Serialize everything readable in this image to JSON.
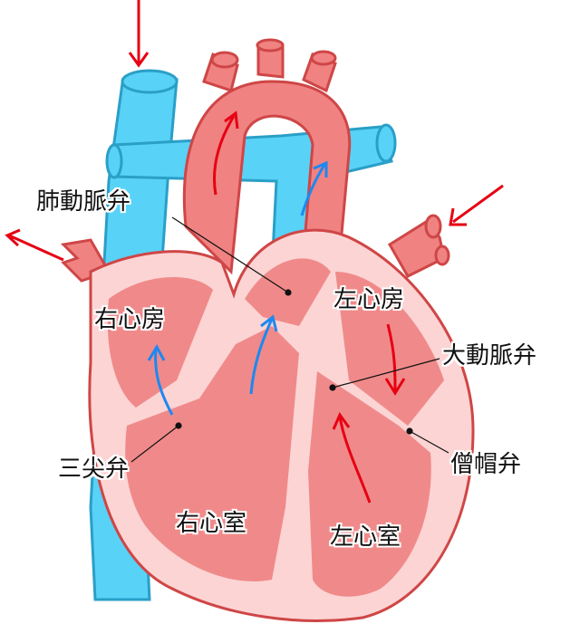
{
  "labels": {
    "pulmonary_valve": "肺動脈弁",
    "right_atrium": "右心房",
    "left_atrium": "左心房",
    "aortic_valve": "大動脈弁",
    "tricuspid_valve": "三尖弁",
    "mitral_valve": "僧帽弁",
    "right_ventricle": "右心室",
    "left_ventricle": "左心室"
  },
  "colors": {
    "vein_blue": "#58d2f7",
    "vein_stroke": "#2a9fc7",
    "artery_red": "#f08282",
    "artery_stroke": "#cf4646",
    "heart_pale": "#fcd4d4",
    "arrow_red": "#e60012",
    "arrow_blue": "#1e88f0"
  }
}
